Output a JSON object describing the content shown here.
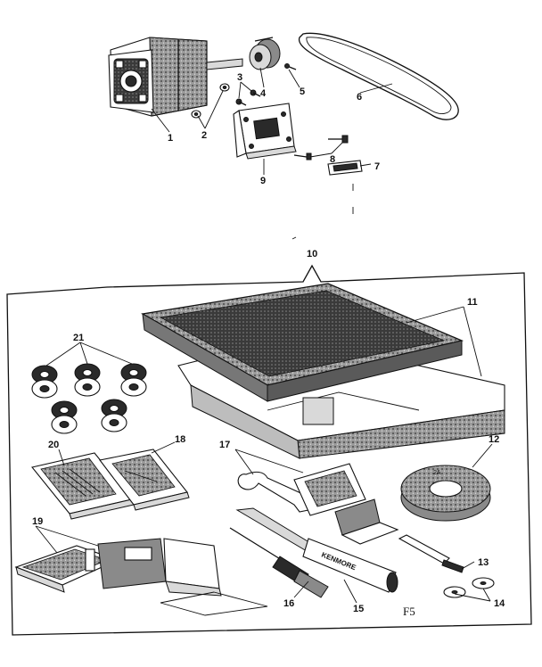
{
  "labels": {
    "1": "1",
    "2": "2",
    "3": "3",
    "4": "4",
    "5": "5",
    "6": "6",
    "7": "7",
    "8": "8",
    "9": "9",
    "10": "10",
    "11": "11",
    "12": "12",
    "13": "13",
    "14": "14",
    "15": "15",
    "16": "16",
    "17": "17",
    "18": "18",
    "19": "19",
    "20": "20",
    "21": "21"
  },
  "figure_code": "F5",
  "printed_text": {
    "screwdriver_brand": "KENMORE",
    "gauge_mark": "2A"
  },
  "colors": {
    "ink": "#111111",
    "paper": "#ffffff",
    "shade": "#8a8a8a",
    "dark": "#2a2a2a"
  }
}
